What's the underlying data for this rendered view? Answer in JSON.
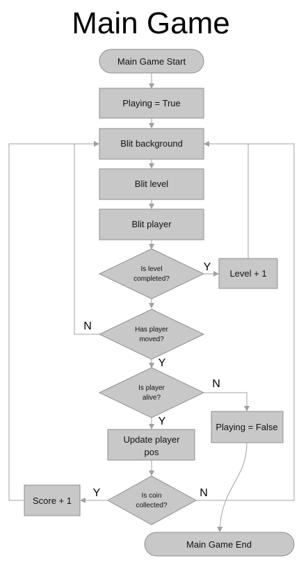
{
  "title": "Main Game",
  "nodes": {
    "start": "Main Game Start",
    "playing_true": "Playing = True",
    "blit_background": "Blit background",
    "blit_level": "Blit level",
    "blit_player": "Blit player",
    "level_completed": [
      "Is level",
      "completed?"
    ],
    "level_plus": "Level + 1",
    "player_moved": [
      "Has player",
      "moved?"
    ],
    "player_alive": [
      "Is player",
      "alive?"
    ],
    "playing_false": "Playing = False",
    "update_pos": [
      "Update player",
      "pos"
    ],
    "coin_collected": [
      "Is coin",
      "collected?"
    ],
    "score_plus": "Score + 1",
    "end": "Main Game End"
  },
  "edge_labels": {
    "level_completed_yes": "Y",
    "moved_no": "N",
    "moved_yes": "Y",
    "alive_no": "N",
    "alive_yes": "Y",
    "coin_yes": "Y",
    "coin_no": "N"
  },
  "colors": {
    "node_fill": "#c8c8c8",
    "node_border": "#8e8e8e",
    "connector": "#a0a0a0"
  }
}
